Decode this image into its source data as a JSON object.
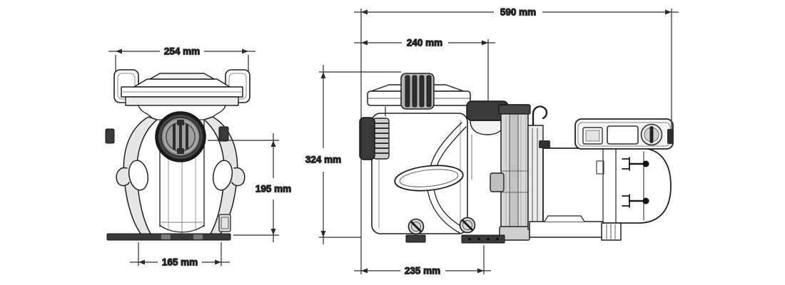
{
  "figure": {
    "type": "technical-dimension-diagram",
    "subject": "pool pump - two orthographic views with dimensions",
    "background_color": "#ffffff",
    "line_color": "#202020",
    "dark_fill_color": "#3a3a3a",
    "dimension_color": "#2a2a2a"
  },
  "dimensions": {
    "front_top_width": "254 mm",
    "front_height": "195 mm",
    "front_base_width": "165 mm",
    "side_overall_length": "590 mm",
    "side_lid_offset": "240 mm",
    "side_height": "324 mm",
    "side_base_length": "235 mm"
  }
}
